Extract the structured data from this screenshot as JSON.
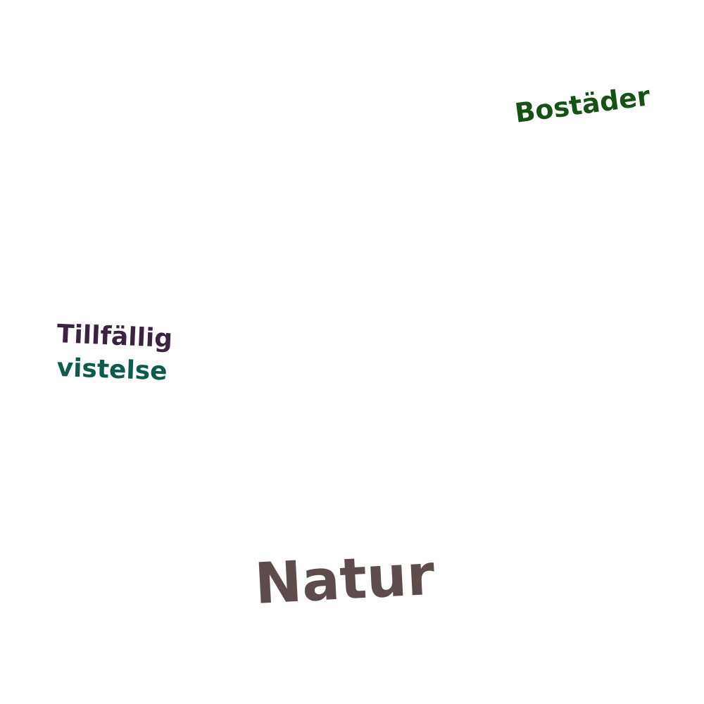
{
  "words": [
    {
      "text": "Bostäder",
      "color": "#165216"
    },
    {
      "text": "Tillfällig",
      "color": "#3a2240"
    },
    {
      "text": "vistelse",
      "color": "#0f5a4e"
    },
    {
      "text": "Natur",
      "color": "#5e4c4c"
    }
  ]
}
